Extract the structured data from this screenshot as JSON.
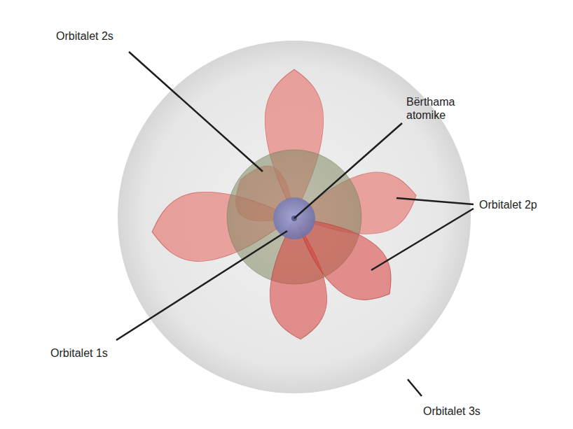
{
  "diagram": {
    "labels": [
      "Orbitalet 2s",
      "Bërthama atomike",
      "Orbitalet 2p",
      "Orbitalet 1s",
      "Orbitalet 3s"
    ]
  }
}
